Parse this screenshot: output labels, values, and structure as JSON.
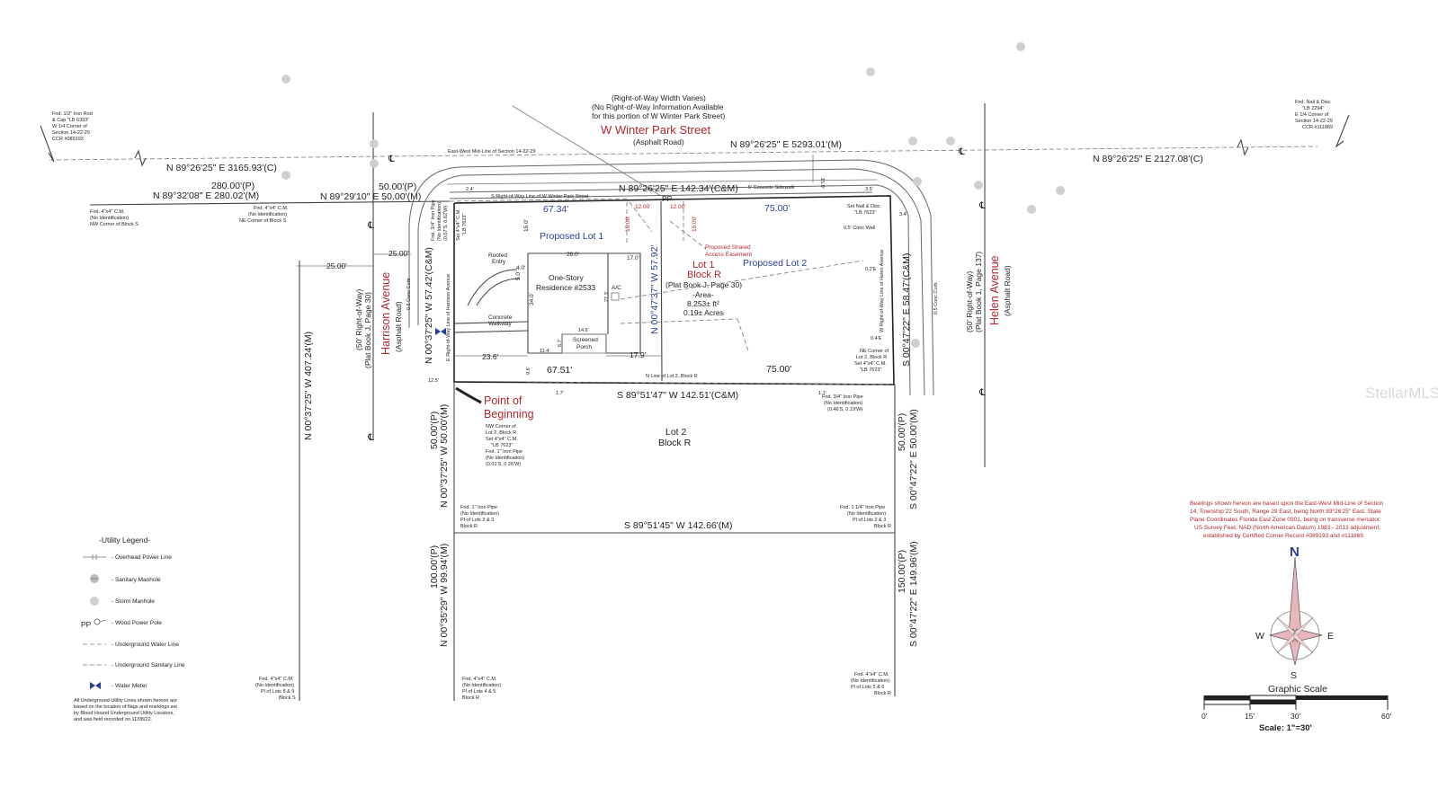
{
  "watermark": "StellarMLS",
  "street_top": {
    "name": "W Winter Park Street",
    "surface": "(Asphalt Road)",
    "rw_note_1": "(Right-of-Way Width Varies)",
    "rw_note_2": "(No Right-of-Way Information Available",
    "rw_note_3": "for this portion of W Winter Park Street)",
    "midline_label": "East-West Mid-Line of Section 14-22-29",
    "south_rw_label": "S Right-of-Way Line of W Winter Park Street",
    "sidewalk": "5' Concrete Sidewalk"
  },
  "street_left": {
    "name": "Harrison Avenue",
    "surface": "(Asphalt Road)",
    "rw_note": "(50' Right-of-Way)",
    "plat": "(Plat Book J, Page 30)",
    "rw_line": "E Right-of-Way Line of Harrison Avenue",
    "curb": "0.5 Conc Curb"
  },
  "street_right": {
    "name": "Helen Avenue",
    "surface": "(Asphalt Road)",
    "rw_note": "(50' Right-of-Way)",
    "plat": "(Plat Book 1, Page 137)",
    "rw_line": "W Right-of-Way Line of Helen Avenue",
    "curb": "0.5 Conc Curb",
    "wall": "0.5' Conc Wall"
  },
  "bearings": {
    "top_left": "N 89°26'25\" E 3165.93'(C)",
    "top_mid": "N 89°26'25\" E 5293.01'(M)",
    "top_right": "N 89°26'25\" E 2127.08'(C)",
    "north_lot": "N 89°26'25\" E 142.34'(C&M)",
    "left_280p": "280.00'(P)",
    "left_280m": "N 89°32'08\" E 280.02'(M)",
    "left_50p": "50.00'(P)",
    "left_50m": "N 89°29'10\" E 50.00'(M)",
    "lot_west": "N 00°37'25\" W 57.42'(C&M)",
    "lot_east": "S 00°47'22\" E 58.47'(C&M)",
    "lot_south": "S 89°51'47\" W 142.51'(C&M)",
    "interior": "N 00°47'37\" W 57.92'",
    "lot2_west_p": "50.00'(P)",
    "lot2_west_m": "N 00°37'25\" W 50.00'(M)",
    "lot2_east_p": "50.00'(P)",
    "lot2_east_m": "S 00°47'22\" E 50.00'(M)",
    "lot2_south": "S 89°51'45\" W 142.66'(M)",
    "w100_p": "100.00'(P)",
    "w100_m": "N 00°35'29\" W 99.94'(M)",
    "e150_p": "150.00'(P)",
    "e150_m": "S 00°47'22\" E 149.96'(M)",
    "far_left": "N 00°37'25\" W 407.24'(M)"
  },
  "dimensions": {
    "d25_a": "25.00'",
    "d25_b": "25.00'",
    "d67_34": "67.34'",
    "d75_top": "75.00'",
    "d67_51": "67.51'",
    "d75_bot": "75.00'",
    "d12_a": "12.00'",
    "d12_b": "12.00'",
    "d15_a": "15.00'",
    "d15_b": "15.00'",
    "d15_0": "15.0'",
    "d15_0_north": "15.0'",
    "d26": "26.0'",
    "d17": "17.0'",
    "d34": "34.0'",
    "d5": "5.0'",
    "d4": "4.0'",
    "d23_6": "23.6'",
    "d17_9": "17.9'",
    "d14_6": "14.6'",
    "d11_4": "11.4'",
    "d6_7": "6.7'",
    "d27_3": "27.3'",
    "d9_6": "9.6'",
    "d2_4": "2.4'",
    "d3_5": "3.5'",
    "d3_4": "3.4'",
    "d0_2": "0.2'E",
    "d0_4": "0.4'E",
    "d12_5": "12.5'",
    "d1_7": "1.7'",
    "d1_1": "1.1'"
  },
  "lots": {
    "proposed_1": "Proposed Lot 1",
    "proposed_2": "Proposed Lot 2",
    "easement_1": "Proposed Shared",
    "easement_2": "Access Easement",
    "lot1": "Lot 1",
    "block_r": "Block R",
    "plat_ref": "(Plat Book J, Page 30)",
    "area_label": "-Area-",
    "area_sqft": "8,253± ft²",
    "area_acres": "0.19± Acres",
    "lot2": "Lot 2",
    "lot2_block": "Block R",
    "n_line_lot2": "N Line of Lot 2, Block R",
    "residence_1": "One-Story",
    "residence_2": "Residence #2533",
    "ac": "A/C",
    "roofed_1": "Roofed",
    "roofed_2": "Entry",
    "walk_1": "Concrete",
    "walk_2": "Walkway",
    "porch_1": "Screened",
    "porch_2": "Porch",
    "pp": "PP",
    "cl": "℄"
  },
  "pob": {
    "title_1": "Point of",
    "title_2": "Beginning",
    "lines": [
      "NW Corner of",
      "Lot 2, Block R",
      "Set 4\"x4\" C.M.",
      "\"LB 7623\"",
      "Fnd. 1\" Iron Pipe",
      "(No Identification)",
      "(0.01'S, 0.26'W)"
    ]
  },
  "notes": {
    "fnd_iron_rod": [
      "Fnd. 1/2\" Iron Rod",
      "& Cap \"LB 6393\"",
      "W 1/4 Corner of",
      "Section 14-22-29",
      "CCR #089193"
    ],
    "fnd_nail_top": [
      "Fnd. Nail & Disc",
      "\"LB 2294\"",
      "E 1/4 Corner of",
      "Section 14-22-29",
      "CCR #111869"
    ],
    "nw_block_s": [
      "Fnd. 4\"x4\" C.M.",
      "(No Identification)",
      "NW Corner of Block S"
    ],
    "ne_block_s": [
      "Fnd. 4\"x4\" C.M.",
      "(No Identification)",
      "NE Corner of Block S"
    ],
    "fnd_pipe_nw": [
      "Fnd. 3/4\" Iron Pipe",
      "(No Identification)",
      "(0.07'S, 0.62'W)"
    ],
    "set_cm_nw": [
      "Set 4\"x4\" C.M.",
      "\"LB 7623\""
    ],
    "set_nail_ne": [
      "Set Nail & Disc",
      "\"LB 7623\""
    ],
    "ne_lot2": [
      "NE Corner of",
      "Lot 2, Block R",
      "Set 4\"x4\" C.M.",
      "\"LB 7623\""
    ],
    "fnd_pipe_se": [
      "Fnd. 3/4\" Iron Pipe",
      "(No Identification)",
      "(0.46'S, 0.19'W)"
    ],
    "fnd_pipe_lots23_w": [
      "Fnd. 1\" Iron Pipe",
      "(No Identification)",
      "Pl of Lots 2 & 3",
      "Block R"
    ],
    "fnd_pipe_lots23_e": [
      "Fnd. 1 1/4\" Iron Pipe",
      "(No Identification)",
      "Pl of Lots 2 & 3",
      "Block R"
    ],
    "cm_lots89": [
      "Fnd. 4\"x4\" C.M.",
      "(No Identification)",
      "Pl of Lots 8 & 9",
      "Block S"
    ],
    "cm_lots45": [
      "Fnd. 4\"x4\" C.M.",
      "(No Identification)",
      "Pl of Lots 4 & 5",
      "Block R"
    ],
    "cm_lots56": [
      "Fnd. 4\"x4\" C.M.",
      "(No Identification)",
      "Pl of Lots 5 & 6",
      "Block R"
    ]
  },
  "bearing_note": [
    "Bearings shown hereon are based upon the East-West Mid-Line of Section",
    "14, Township 22 South, Range 29 East, being North 89°26'25\" East. State",
    "Plane Coordinates Florida East Zone 0901, being on transverse mercator.",
    "US Survey Feet, NAD (North American Datum) 1983 - 2013 adjustment,",
    "established by Certified Corner Record #089193 and #111869."
  ],
  "legend": {
    "title": "-Utility Legend-",
    "items": [
      {
        "icon": "overhead-power-line-icon",
        "label": "- Overhead Power Line"
      },
      {
        "icon": "sanitary-manhole-icon",
        "label": "- Sanitary Manhole"
      },
      {
        "icon": "storm-manhole-icon",
        "label": "- Storm Manhole"
      },
      {
        "icon": "wood-power-pole-icon",
        "label": "- Wood Power Pole"
      },
      {
        "icon": "underground-water-line-icon",
        "label": "- Underground Water Line"
      },
      {
        "icon": "underground-sanitary-line-icon",
        "label": "- Underground Sanitary Line"
      },
      {
        "icon": "water-meter-icon",
        "label": "- Water Meter"
      }
    ],
    "pp": "PP",
    "note": [
      "All Underground Utility Lines shown hereon are",
      "based on the location of flags and markings set",
      "by Blood Hound Underground Utility Locators,",
      "and was field recorded on 11/08/22."
    ]
  },
  "compass": {
    "n": "N",
    "s": "S",
    "e": "E",
    "w": "W"
  },
  "scale": {
    "title": "Graphic Scale",
    "ticks": [
      "0'",
      "15'",
      "30'",
      "60'"
    ],
    "label": "Scale: 1\"=30'"
  },
  "colors": {
    "red": "#b0282c",
    "blue": "#2a3d8f",
    "ink": "#222222"
  }
}
